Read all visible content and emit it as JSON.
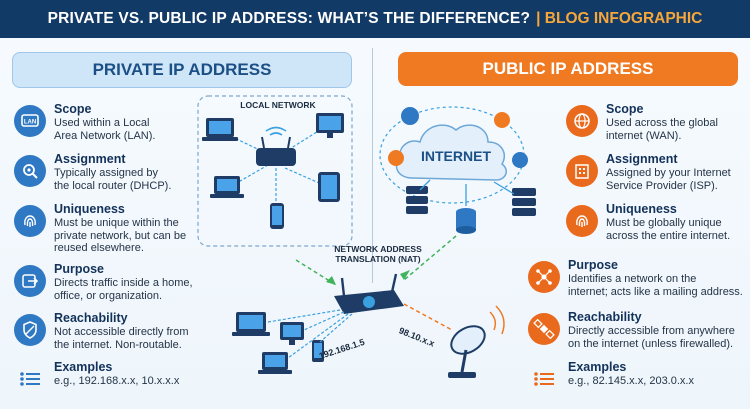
{
  "title": {
    "main": "PRIVATE VS. PUBLIC IP ADDRESS: WHAT’S THE DIFFERENCE?",
    "sep_tag": "| BLOG INFOGRAPHIC"
  },
  "private": {
    "header": "PRIVATE IP ADDRESS",
    "items": [
      {
        "title": "Scope",
        "lines": [
          "Used within a Local",
          "Area Network (LAN)."
        ],
        "icon": "lan-icon"
      },
      {
        "title": "Assignment",
        "lines": [
          "Typically assigned by",
          "the local router (DHCP)."
        ],
        "icon": "gear-search-icon"
      },
      {
        "title": "Uniqueness",
        "lines": [
          "Must be unique within the",
          "private network, but can be",
          "reused elsewhere."
        ],
        "icon": "fingerprint-icon"
      },
      {
        "title": "Purpose",
        "lines": [
          "Directs traffic inside a home,",
          "office, or organization."
        ],
        "icon": "route-arrow-icon"
      },
      {
        "title": "Reachability",
        "lines": [
          "Not accessible directly from",
          "the internet. Non-routable."
        ],
        "icon": "shield-icon"
      },
      {
        "title": "Examples",
        "lines": [
          "e.g., 192.168.x.x, 10.x.x.x"
        ],
        "icon": "list-icon"
      }
    ]
  },
  "public": {
    "header": "PUBLIC IP ADDRESS",
    "items": [
      {
        "title": "Scope",
        "lines": [
          "Used across the global",
          "internet (WAN)."
        ],
        "icon": "globe-icon"
      },
      {
        "title": "Assignment",
        "lines": [
          "Assigned by your Internet",
          "Service Provider (ISP)."
        ],
        "icon": "building-icon"
      },
      {
        "title": "Uniqueness",
        "lines": [
          "Must be globally unique",
          "across the entire internet."
        ],
        "icon": "fingerprint-icon"
      },
      {
        "title": "Purpose",
        "lines": [
          "Identifies a network on the",
          "internet; acts like a mailing address."
        ],
        "icon": "network-hub-icon"
      },
      {
        "title": "Reachability",
        "lines": [
          "Directly accessible from anywhere",
          "on the internet (unless firewalled)."
        ],
        "icon": "satellite-icon"
      },
      {
        "title": "Examples",
        "lines": [
          "e.g., 82.145.x.x, 203.0.x.x"
        ],
        "icon": "list-icon"
      }
    ]
  },
  "diagram": {
    "local_network": "LOCAL NETWORK",
    "nat_line1": "NETWORK ADDRESS",
    "nat_line2": "TRANSLATION (NAT)",
    "internet": "INTERNET",
    "ip_private": "192.168.1.5",
    "ip_public": "98.10.x.x"
  },
  "colors": {
    "navy": "#123a66",
    "orange": "#f07a22",
    "private_blue": "#2f78c4",
    "header_blue_bg": "#cfe6f8"
  }
}
